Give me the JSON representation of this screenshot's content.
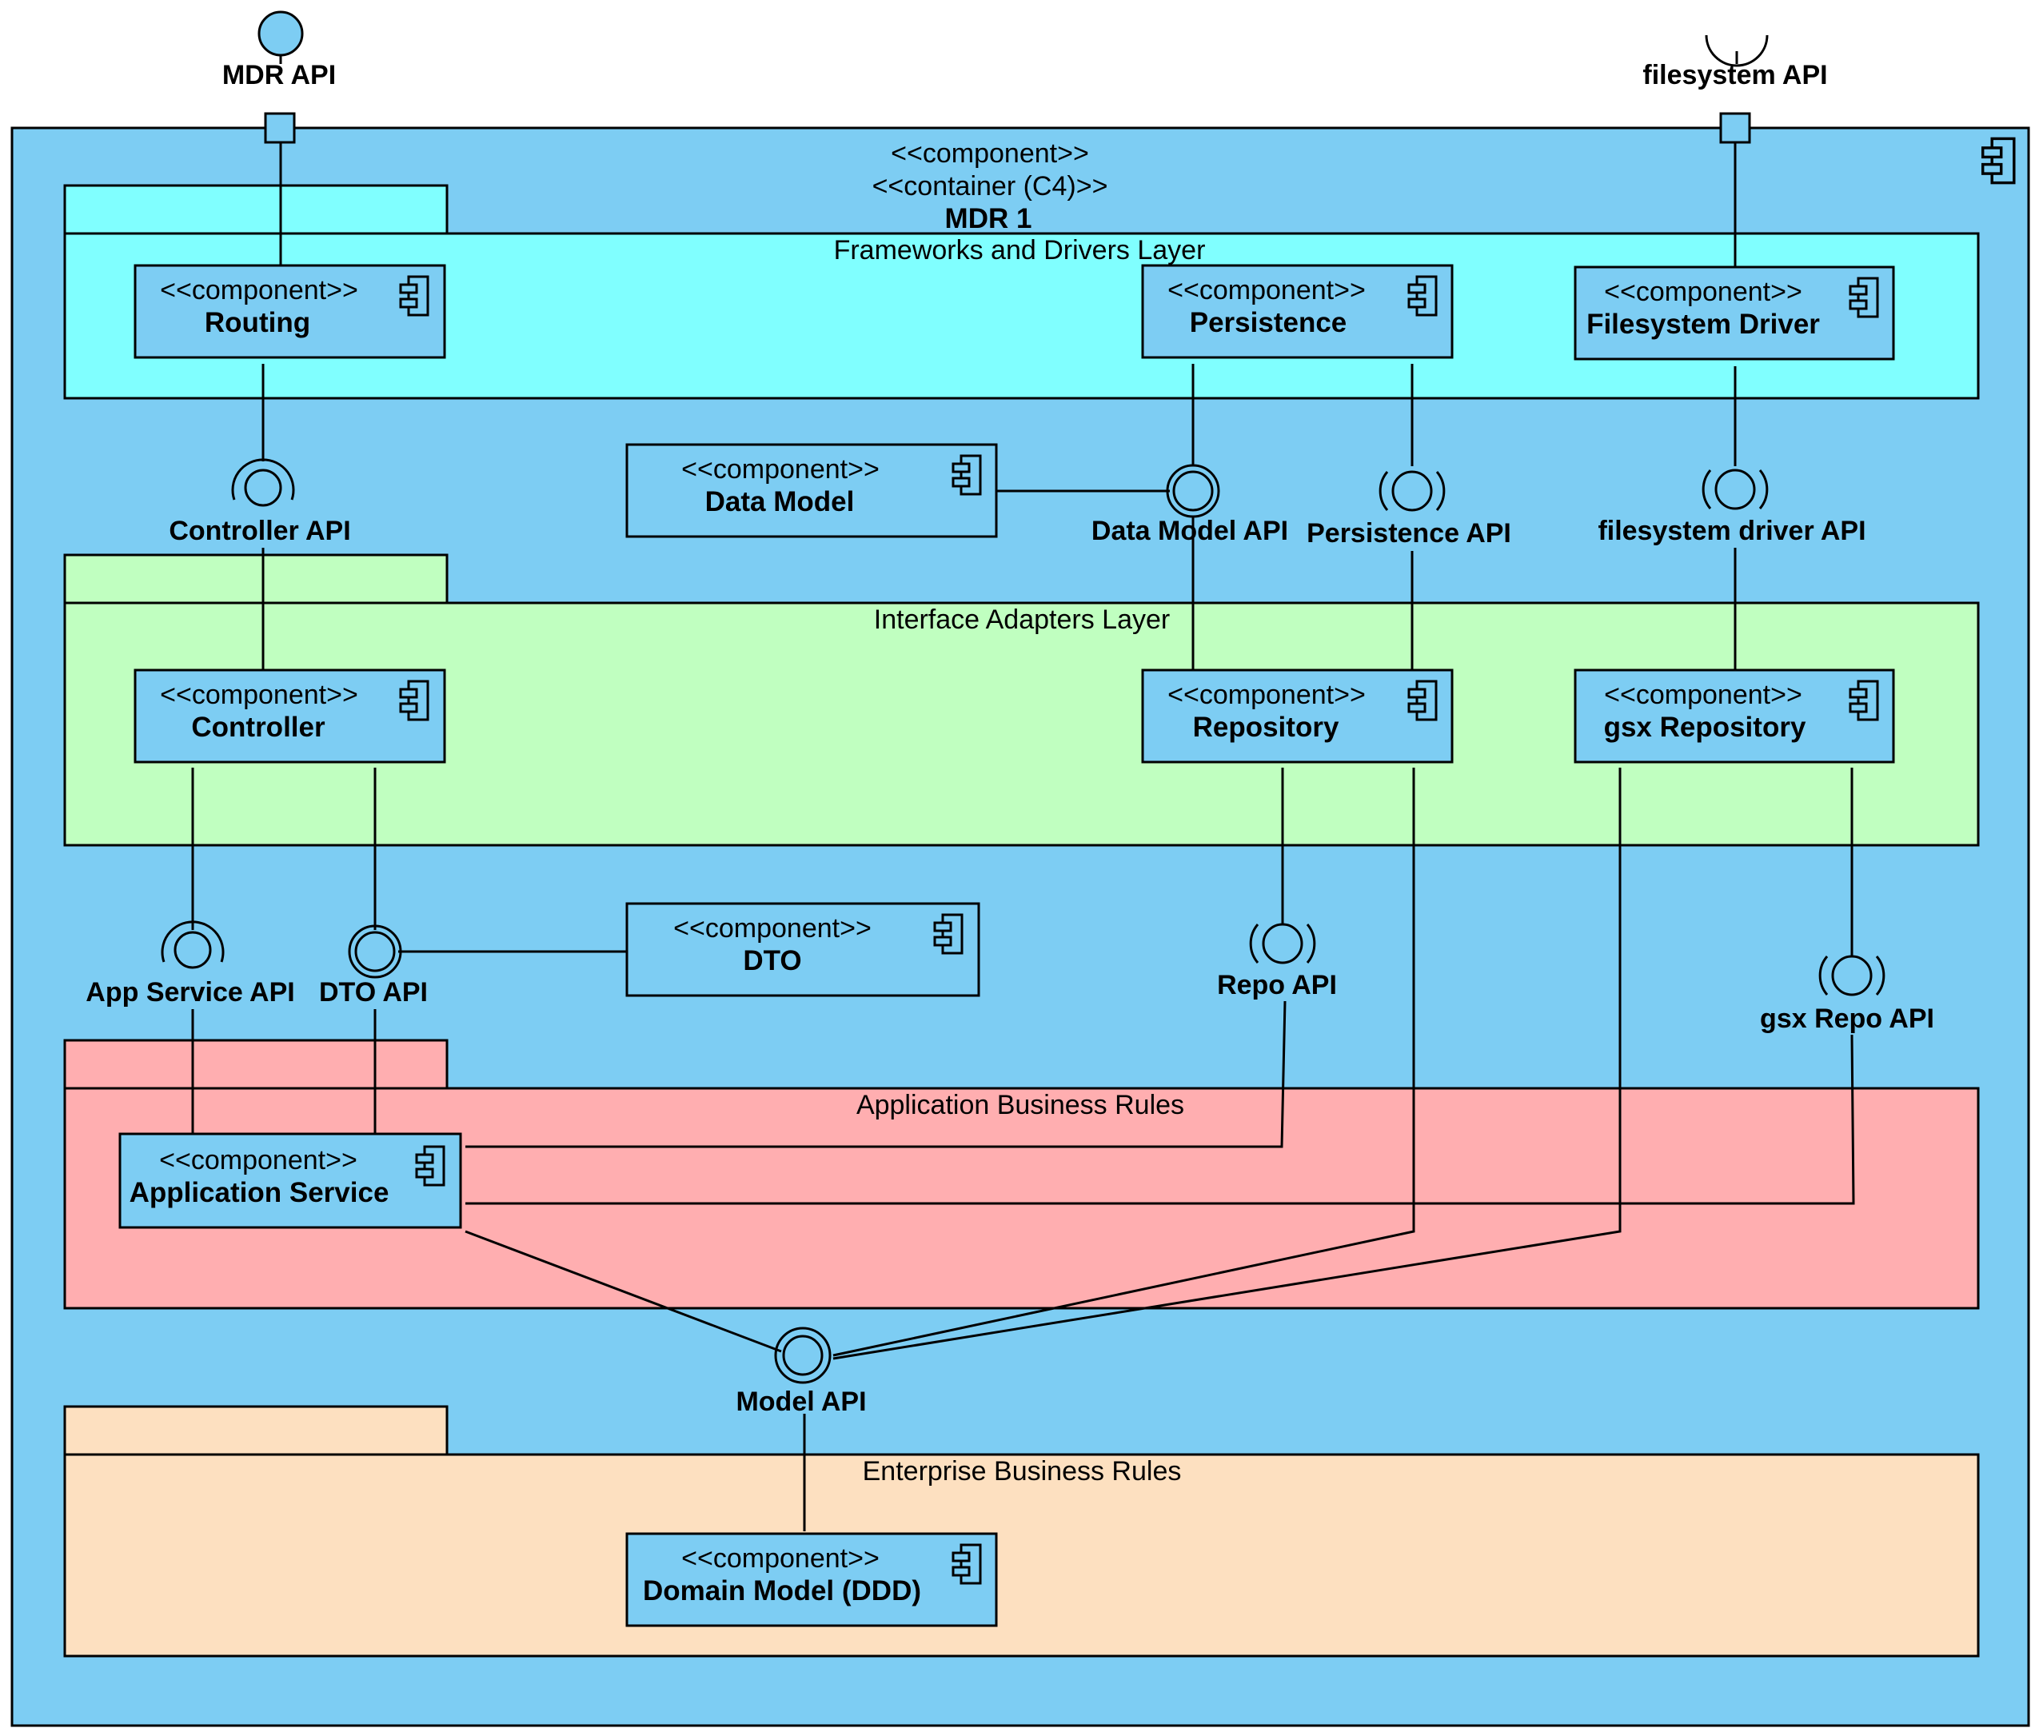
{
  "container": {
    "stereotype1": "<<component>>",
    "stereotype2": "<<container (C4)>>",
    "name": "MDR 1"
  },
  "ports": {
    "mdr_api": "MDR API",
    "filesystem_api": "filesystem API"
  },
  "layers": {
    "frameworks": "Frameworks and Drivers Layer",
    "adapters": "Interface Adapters Layer",
    "application": "Application Business Rules",
    "enterprise": "Enterprise Business Rules"
  },
  "components": {
    "routing": {
      "stereotype": "<<component>>",
      "name": "Routing"
    },
    "persistence": {
      "stereotype": "<<component>>",
      "name": "Persistence"
    },
    "filesystem_driver": {
      "stereotype": "<<component>>",
      "name": "Filesystem Driver"
    },
    "data_model": {
      "stereotype": "<<component>>",
      "name": "Data Model"
    },
    "controller": {
      "stereotype": "<<component>>",
      "name": "Controller"
    },
    "repository": {
      "stereotype": "<<component>>",
      "name": "Repository"
    },
    "gsx_repository": {
      "stereotype": "<<component>>",
      "name": "gsx Repository"
    },
    "dto": {
      "stereotype": "<<component>>",
      "name": "DTO"
    },
    "application_service": {
      "stereotype": "<<component>>",
      "name": "Application Service"
    },
    "domain_model": {
      "stereotype": "<<component>>",
      "name": "Domain Model (DDD)"
    }
  },
  "interfaces": {
    "controller_api": "Controller API",
    "data_model_api": "Data Model API",
    "persistence_api": "Persistence API",
    "filesystem_driver_api": "filesystem driver API",
    "app_service_api": "App Service API",
    "dto_api": "DTO API",
    "repo_api": "Repo API",
    "gsx_repo_api": "gsx Repo API",
    "model_api": "Model API"
  },
  "colors": {
    "container": "#7dcdf3",
    "frameworks_layer": "#80ffff",
    "adapters_layer": "#c0ffc0",
    "application_layer": "#ffaeb0",
    "enterprise_layer": "#fde0c0",
    "component": "#7dcdf3"
  }
}
